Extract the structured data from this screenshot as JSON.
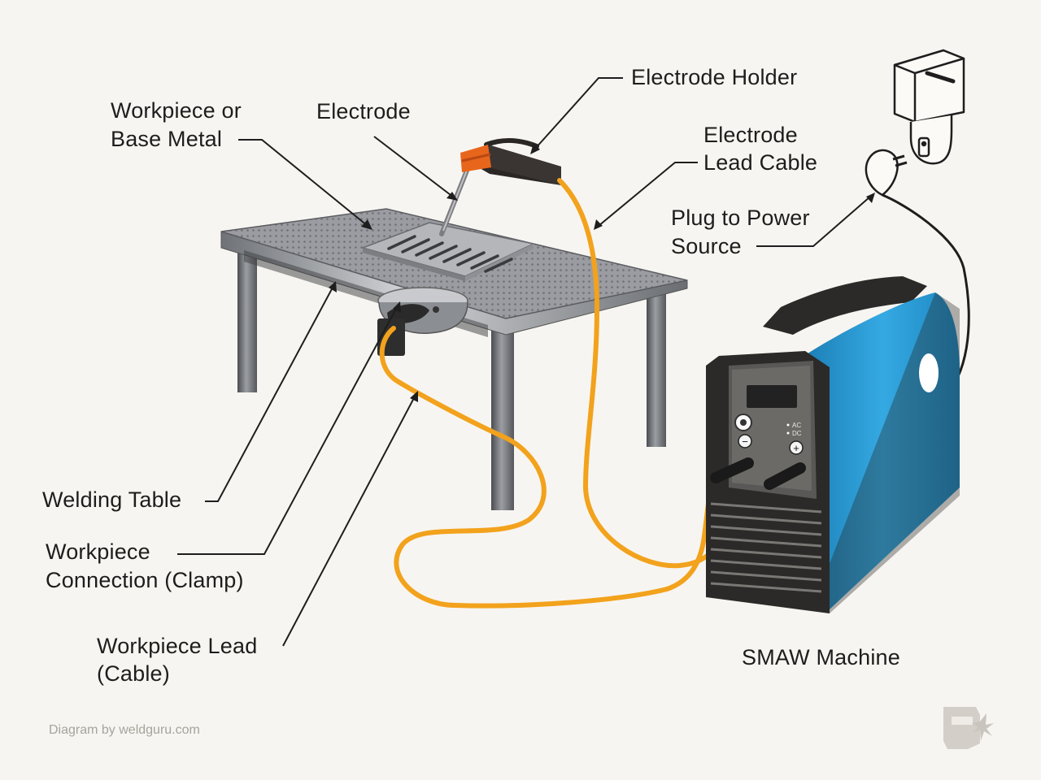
{
  "labels": {
    "workpiece": [
      "Workpiece or",
      "Base Metal"
    ],
    "electrode": "Electrode",
    "electrode_holder": "Electrode Holder",
    "electrode_lead_cable": [
      "Electrode",
      "Lead Cable"
    ],
    "plug": [
      "Plug to Power",
      "Source"
    ],
    "welding_table": "Welding Table",
    "workpiece_connection": [
      "Workpiece",
      "Connection (Clamp)"
    ],
    "workpiece_lead": [
      "Workpiece Lead",
      "(Cable)"
    ],
    "smaw_machine": "SMAW Machine"
  },
  "machine_panel": {
    "ac": "AC",
    "dc": "DC",
    "minus": "−",
    "plus": "+"
  },
  "credit": "Diagram by weldguru.com",
  "colors": {
    "background": "#f7f5f1",
    "cable": "#f2a21c",
    "machine_blue": "#2a9fd8",
    "machine_dark": "#2b2a28",
    "holder_orange": "#e8661c",
    "table_steel": "#8f9297"
  },
  "icons": [
    "wall-outlet-icon",
    "power-plug-icon",
    "welder-helmet-logo-icon"
  ]
}
